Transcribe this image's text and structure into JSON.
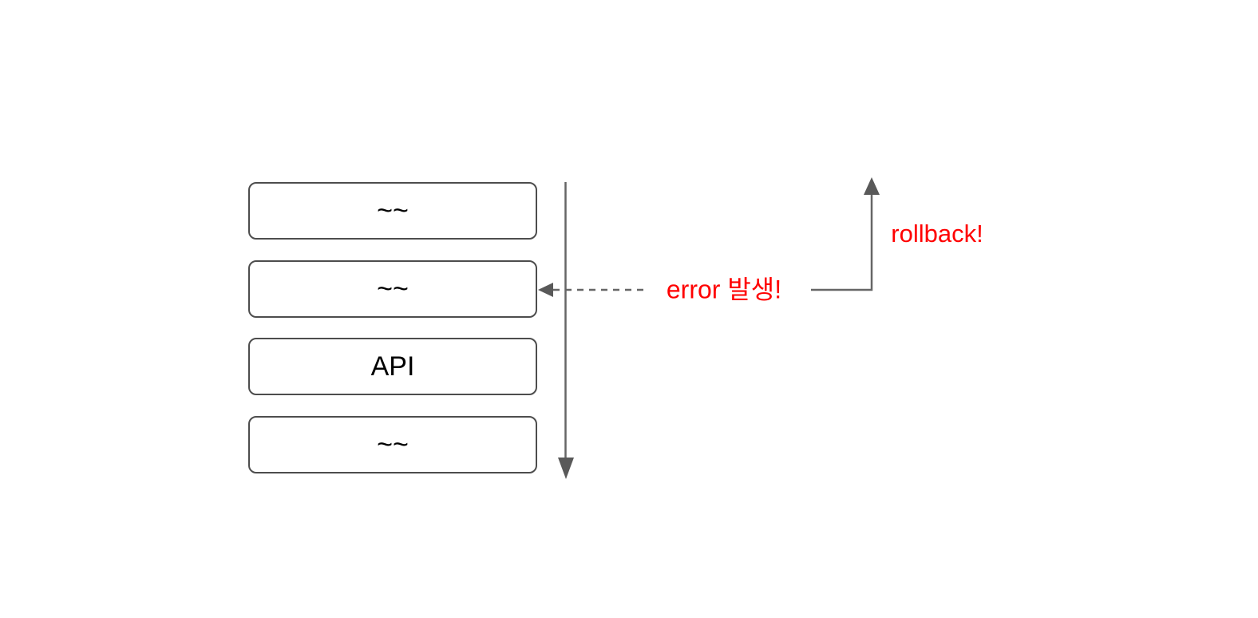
{
  "diagram": {
    "boxes": [
      {
        "label": "~~"
      },
      {
        "label": "~~"
      },
      {
        "label": "API"
      },
      {
        "label": "~~"
      }
    ],
    "annotations": {
      "error": "error 발생!",
      "rollback": "rollback!"
    },
    "colors": {
      "annotation_text": "#ff0000",
      "connector_gray": "#666666",
      "arrowhead_gray": "#595959",
      "box_border": "#4d4d4d",
      "box_fill": "#ffffff",
      "label_text": "#000000",
      "background": "#ffffff"
    }
  }
}
